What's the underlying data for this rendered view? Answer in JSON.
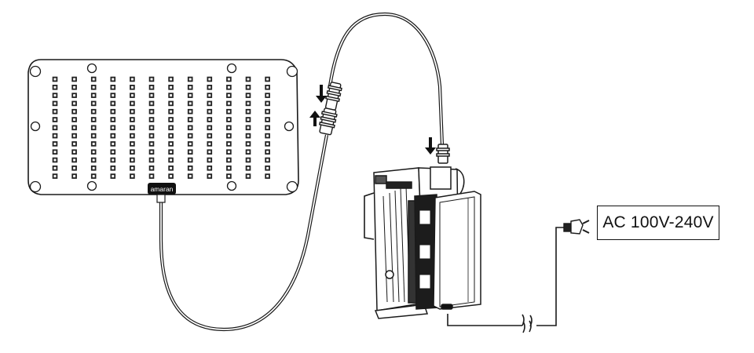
{
  "panel": {
    "brand": "amaran"
  },
  "power": {
    "voltage_label": "AC 100V-240V"
  },
  "led_matrix": {
    "columns": 12,
    "rows": 13
  },
  "colors": {
    "line": "#1a1a1a",
    "fill": "#ffffff"
  }
}
